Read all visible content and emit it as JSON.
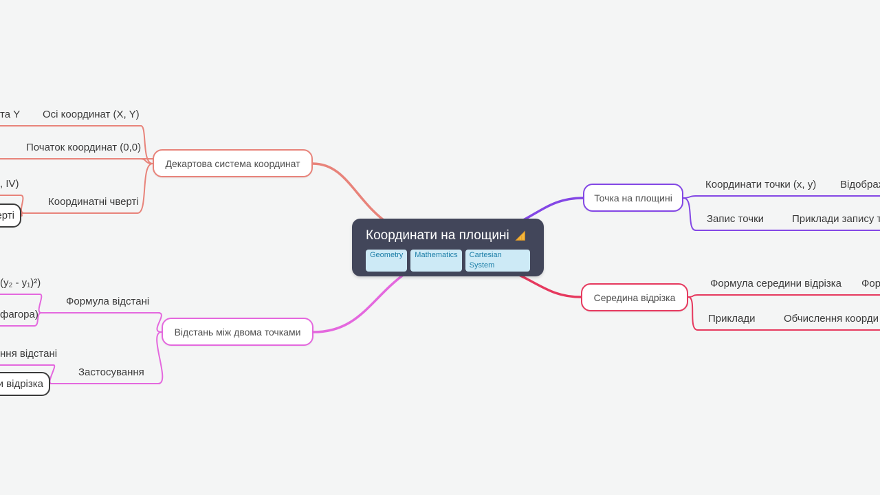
{
  "colors": {
    "background": "#f4f5f5",
    "root_bg": "#42465a",
    "root_text": "#ffffff",
    "tag_bg": "#cdeaf6",
    "tag_text": "#1d7fa8",
    "branch_cartesian": "#e8837a",
    "branch_distance": "#e468de",
    "branch_point": "#8347e5",
    "branch_midpoint": "#e6395e"
  },
  "root": {
    "title": "Координати на площині",
    "tags": [
      "Geometry",
      "Mathematics",
      "Cartesian System"
    ]
  },
  "nodes": {
    "cartesian": {
      "label": "Декартова система координат"
    },
    "axes": {
      "label": "Осі координат (X, Y)"
    },
    "axes_frag": {
      "label": "та Y"
    },
    "origin": {
      "label": "Початок координат (0,0)"
    },
    "quadrants": {
      "label": "Координатні чверті"
    },
    "quadrants_frag1": {
      "label": ", IV)"
    },
    "quadrants_frag2": {
      "label": "верті"
    },
    "distance": {
      "label": "Відстань між двома точками"
    },
    "distance_formula": {
      "label": "Формула відстані"
    },
    "distance_formula_frag1": {
      "label": "(у₂ - у₁)²)"
    },
    "distance_formula_frag2": {
      "label": "фагора)"
    },
    "application": {
      "label": "Застосування"
    },
    "application_frag1": {
      "label": "ння відстані"
    },
    "application_frag2": {
      "label": "ни відрізка"
    },
    "point": {
      "label": "Точка на площині"
    },
    "point_coords": {
      "label": "Координати точки (x, y)"
    },
    "point_coords_frag": {
      "label": "Відображ"
    },
    "point_notation": {
      "label": "Запис точки"
    },
    "point_notation_frag": {
      "label": "Приклади запису то"
    },
    "midpoint": {
      "label": "Середина відрізка"
    },
    "midpoint_formula": {
      "label": "Формула середини відрізка"
    },
    "midpoint_formula_frag": {
      "label": "Фор"
    },
    "midpoint_examples": {
      "label": "Приклади"
    },
    "midpoint_examples_frag": {
      "label": "Обчислення коорди"
    }
  }
}
